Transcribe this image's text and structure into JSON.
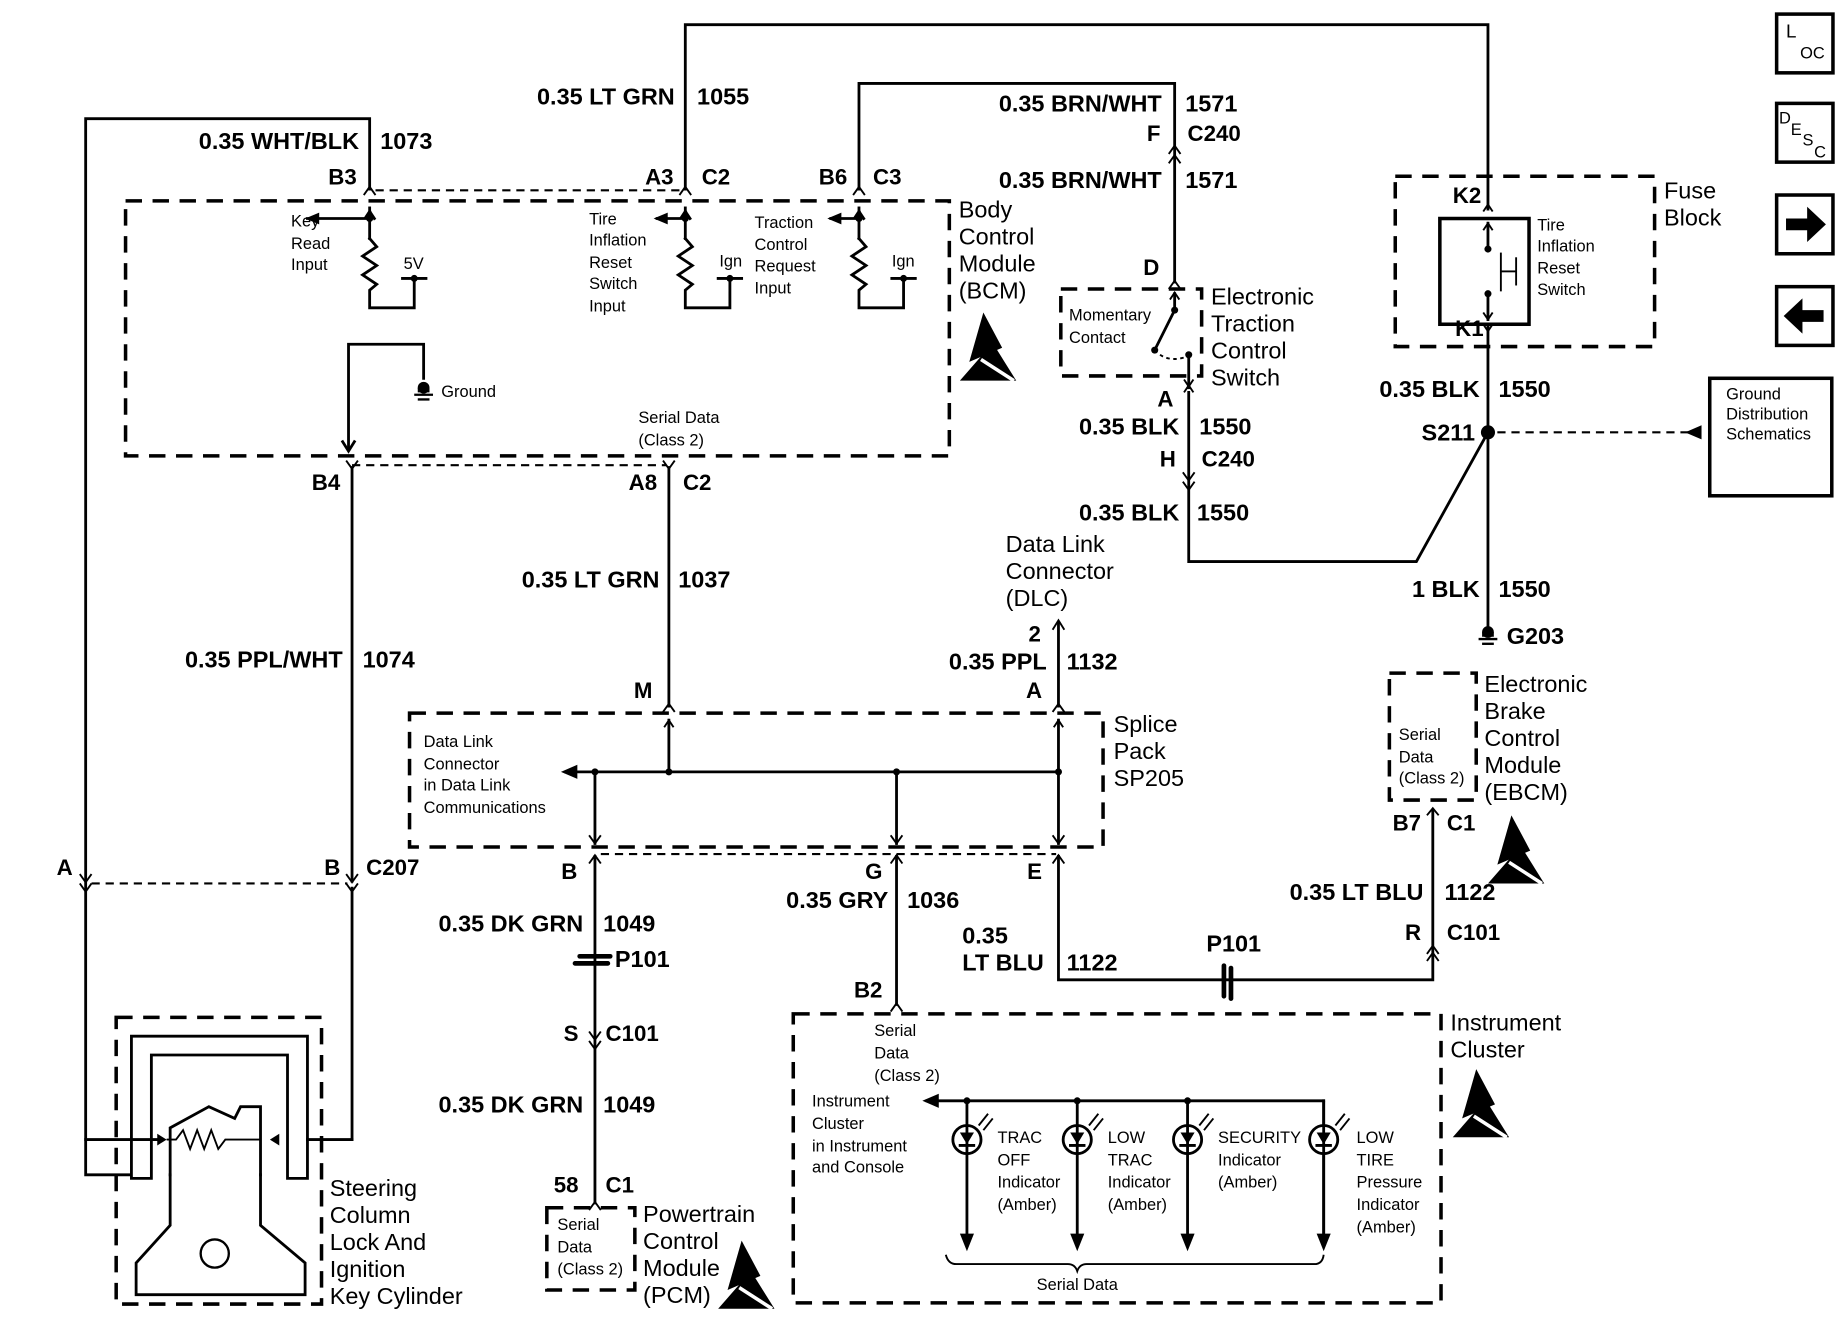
{
  "nav_buttons": {
    "loc": {
      "main": "L",
      "sub": "OC"
    },
    "desc": {
      "main": "D",
      "sub1": "E",
      "sub2": "S",
      "sub3": "C"
    },
    "next_icon": "right-arrow-icon",
    "prev_icon": "left-arrow-icon"
  },
  "wires": {
    "w1073": {
      "color": "0.35 WHT/BLK",
      "circuit": "1073"
    },
    "w1055": {
      "color": "0.35 LT GRN",
      "circuit": "1055"
    },
    "w1571_top": {
      "color": "0.35 BRN/WHT",
      "circuit": "1571"
    },
    "w1571_bot": {
      "color": "0.35 BRN/WHT",
      "circuit": "1571"
    },
    "w1550_a": {
      "color": "0.35 BLK",
      "circuit": "1550"
    },
    "w1550_b": {
      "color": "0.35 BLK",
      "circuit": "1550"
    },
    "w1550_fuse": {
      "color": "0.35 BLK",
      "circuit": "1550"
    },
    "w1550_g": {
      "color": "1 BLK",
      "circuit": "1550"
    },
    "w1037": {
      "color": "0.35 LT GRN",
      "circuit": "1037"
    },
    "w1074": {
      "color": "0.35 PPL/WHT",
      "circuit": "1074"
    },
    "w1132": {
      "color": "0.35 PPL",
      "circuit": "1132"
    },
    "w1049_a": {
      "color": "0.35 DK GRN",
      "circuit": "1049"
    },
    "w1049_b": {
      "color": "0.35 DK GRN",
      "circuit": "1049"
    },
    "w1036": {
      "color": "0.35 GRY",
      "circuit": "1036"
    },
    "w1122_a": {
      "color1": "0.35",
      "color2": "LT BLU",
      "circuit": "1122"
    },
    "w1122_b": {
      "color": "0.35 LT BLU",
      "circuit": "1122"
    }
  },
  "pins": {
    "b3": "B3",
    "a3": "A3",
    "c2_top": "C2",
    "b6": "B6",
    "c3": "C3",
    "f": "F",
    "c240_top": "C240",
    "d": "D",
    "a_etcs": "A",
    "h": "H",
    "c240_bot": "C240",
    "k2": "K2",
    "k1": "K1",
    "s211": "S211",
    "g203": "G203",
    "b4": "B4",
    "a8": "A8",
    "c2_bot": "C2",
    "m": "M",
    "dlc_pin": "2",
    "a_sp": "A",
    "a_c207": "A",
    "b_c207": "B",
    "c207": "C207",
    "b_sp": "B",
    "g_sp": "G",
    "e_sp": "E",
    "p101_a": "P101",
    "p101_b": "P101",
    "s": "S",
    "c101_a": "C101",
    "r": "R",
    "c101_b": "C101",
    "n58": "58",
    "c1_pcm": "C1",
    "b2": "B2",
    "b7": "B7",
    "c1_ebcm": "C1"
  },
  "components": {
    "bcm": {
      "lines": [
        "Body",
        "Control",
        "Module",
        "(BCM)"
      ],
      "key_read": [
        "Key",
        "Read",
        "Input"
      ],
      "v5": "5V",
      "tire_reset": [
        "Tire",
        "Inflation",
        "Reset",
        "Switch",
        "Input"
      ],
      "ign1": "Ign",
      "trac_req": [
        "Traction",
        "Control",
        "Request",
        "Input"
      ],
      "ign2": "Ign",
      "ground": "Ground",
      "serial": [
        "Serial Data",
        "(Class 2)"
      ]
    },
    "etcs": {
      "lines": [
        "Electronic",
        "Traction",
        "Control",
        "Switch"
      ],
      "contact": [
        "Momentary",
        "Contact"
      ]
    },
    "fuse_block": {
      "lines": [
        "Fuse",
        "Block"
      ],
      "switch": [
        "Tire",
        "Inflation",
        "Reset",
        "Switch"
      ]
    },
    "ground_dist": {
      "lines": [
        "Ground",
        "Distribution",
        "Schematics"
      ]
    },
    "dlc": {
      "lines": [
        "Data Link",
        "Connector",
        "(DLC)"
      ]
    },
    "splice": {
      "lines": [
        "Splice",
        "Pack",
        "SP205"
      ],
      "dlc_ref": [
        "Data Link",
        "Connector",
        "in Data Link",
        "Communications"
      ]
    },
    "ebcm": {
      "lines": [
        "Electronic",
        "Brake",
        "Control",
        "Module",
        "(EBCM)"
      ],
      "serial": [
        "Serial",
        "Data",
        "(Class 2)"
      ]
    },
    "steering": {
      "lines": [
        "Steering",
        "Column",
        "Lock And",
        "Ignition",
        "Key Cylinder"
      ]
    },
    "pcm": {
      "lines": [
        "Powertrain",
        "Control",
        "Module",
        "(PCM)"
      ],
      "serial": [
        "Serial",
        "Data",
        "(Class 2)"
      ]
    },
    "cluster": {
      "lines": [
        "Instrument",
        "Cluster"
      ],
      "serial": [
        "Serial",
        "Data",
        "(Class 2)"
      ],
      "ref": [
        "Instrument",
        "Cluster",
        "in Instrument",
        "and Console"
      ],
      "indicators": [
        {
          "lines": [
            "TRAC",
            "OFF",
            "Indicator",
            "(Amber)"
          ]
        },
        {
          "lines": [
            "LOW",
            "TRAC",
            "Indicator",
            "(Amber)"
          ]
        },
        {
          "lines": [
            "SECURITY",
            "Indicator",
            "(Amber)"
          ]
        },
        {
          "lines": [
            "LOW",
            "TIRE",
            "Pressure",
            "Indicator",
            "(Amber)"
          ]
        }
      ],
      "bus_label": "Serial Data"
    }
  }
}
